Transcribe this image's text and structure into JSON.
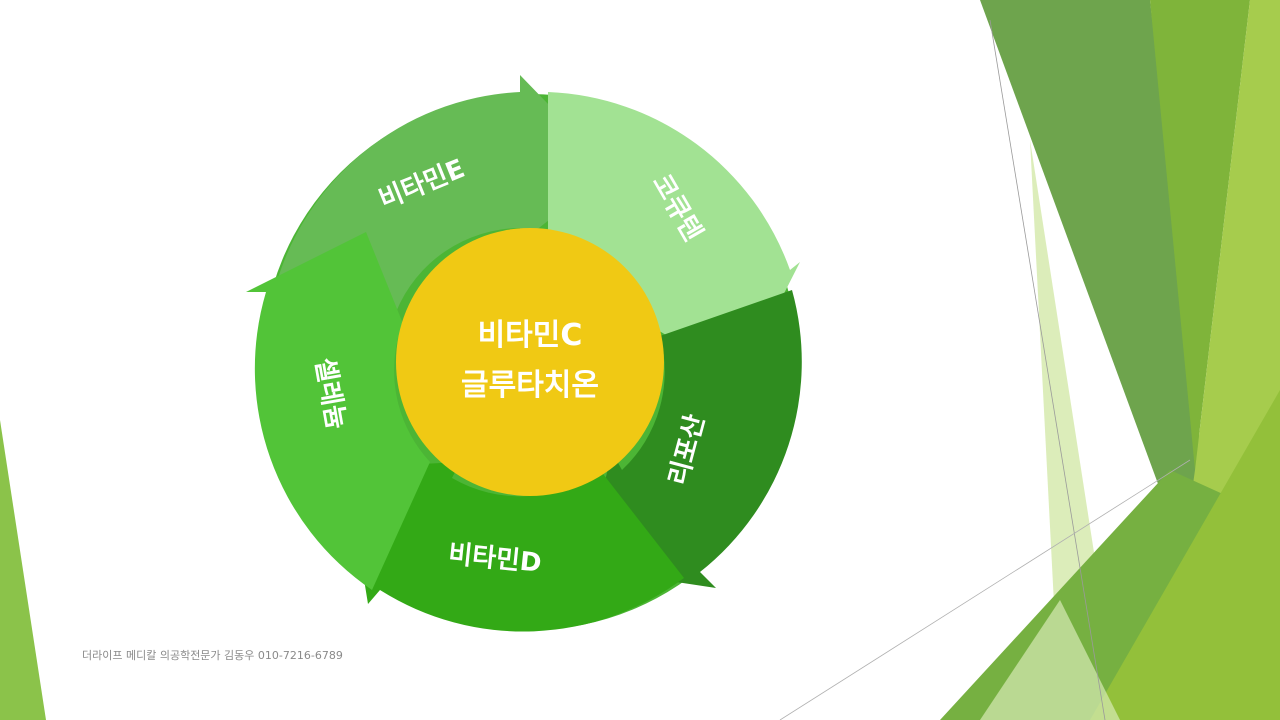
{
  "diagram": {
    "center": {
      "line1": "비타민C",
      "line2": "글루타치온",
      "color": "#f0c914"
    },
    "segments": [
      {
        "label": "비타민E",
        "color": "#66bb55"
      },
      {
        "label": "코큐텐",
        "color": "#a2e293"
      },
      {
        "label": "리포산",
        "color": "#2f8c1f"
      },
      {
        "label": "비타민D",
        "color": "#33a916"
      },
      {
        "label": "셀레늄",
        "color": "#52c438"
      }
    ],
    "ring_color": "#4cb535"
  },
  "footer": {
    "text": "더라이프 메디칼 의공학전문가 김동우 010-7216-6789"
  },
  "theme": {
    "accent_dark": "#5e9a3a",
    "accent_mid": "#7fb43a",
    "accent_light": "#a6cc4d",
    "accent_pale": "#d3e8a9"
  }
}
